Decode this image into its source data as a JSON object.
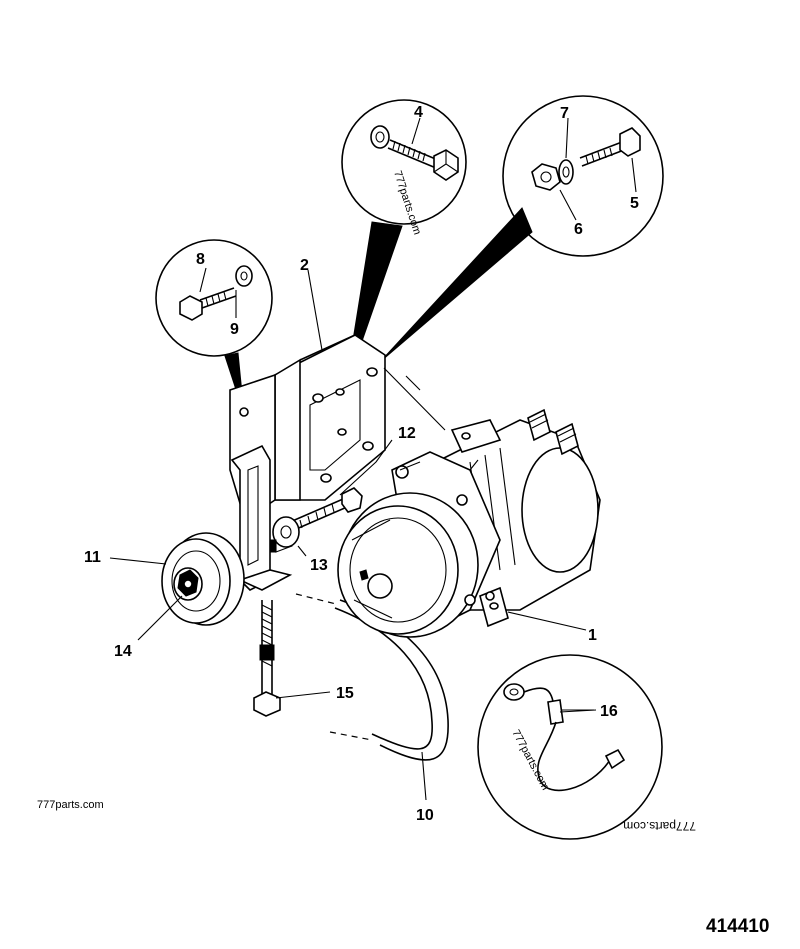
{
  "diagram": {
    "callouts": [
      {
        "id": "c1",
        "text": "1"
      },
      {
        "id": "c2",
        "text": "2"
      },
      {
        "id": "c4",
        "text": "4"
      },
      {
        "id": "c5",
        "text": "5"
      },
      {
        "id": "c6",
        "text": "6"
      },
      {
        "id": "c7",
        "text": "7"
      },
      {
        "id": "c8",
        "text": "8"
      },
      {
        "id": "c9",
        "text": "9"
      },
      {
        "id": "c10",
        "text": "10"
      },
      {
        "id": "c11",
        "text": "11"
      },
      {
        "id": "c12",
        "text": "12"
      },
      {
        "id": "c13",
        "text": "13"
      },
      {
        "id": "c14",
        "text": "14"
      },
      {
        "id": "c15",
        "text": "15"
      },
      {
        "id": "c16",
        "text": "16"
      }
    ],
    "watermarks": {
      "bottom_left": "777parts.com",
      "inset_bolt": "777parts.com",
      "inset_wire": "777parts.com",
      "inset_wire_mirrored": "777parts.com"
    },
    "reference_number": "414410",
    "colors": {
      "ink": "#000000",
      "paper": "#ffffff"
    }
  }
}
